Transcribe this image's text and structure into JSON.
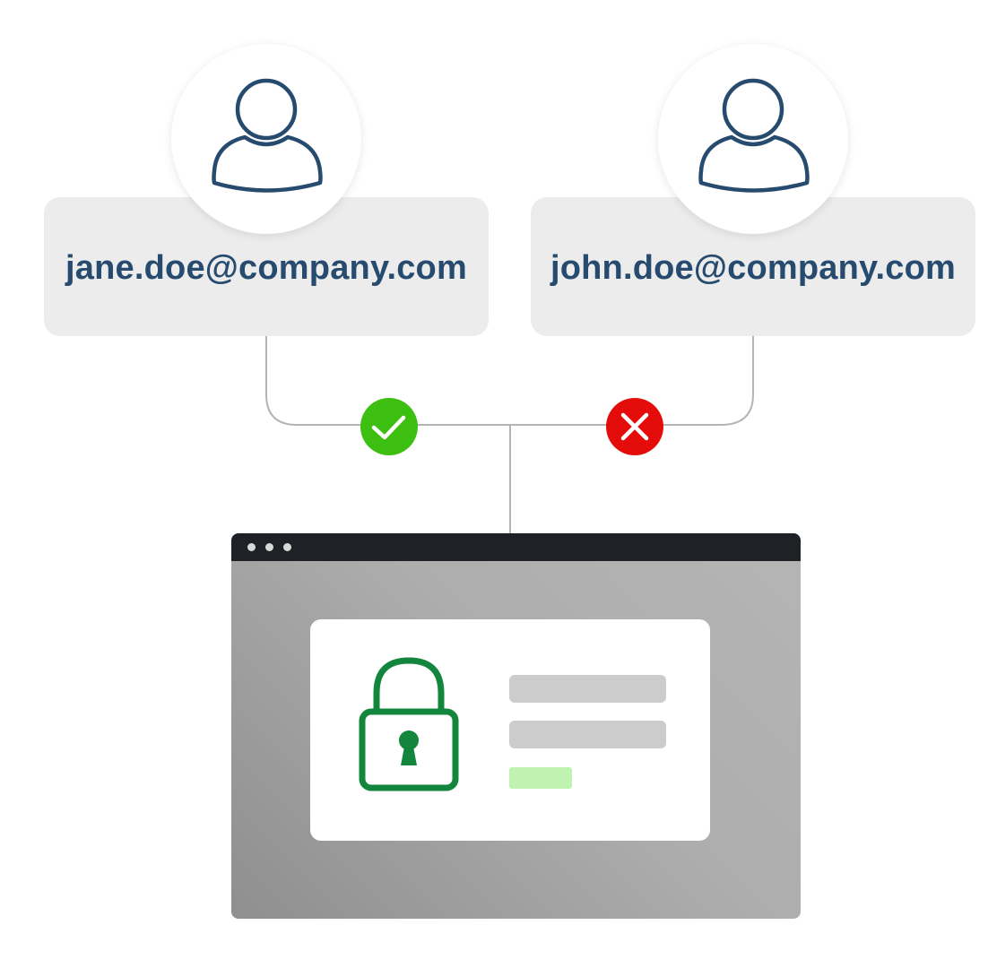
{
  "users": [
    {
      "email": "jane.doe@company.com",
      "access": "allowed"
    },
    {
      "email": "john.doe@company.com",
      "access": "denied"
    }
  ],
  "colors": {
    "email_text": "#274b6e",
    "allowed_badge": "#3cbf10",
    "denied_badge": "#e50c0c",
    "lock": "#14853d",
    "login_button": "#c0f2b0"
  },
  "icons": {
    "user": "user-icon",
    "allowed": "checkmark-icon",
    "denied": "x-icon",
    "lock": "padlock-icon"
  }
}
